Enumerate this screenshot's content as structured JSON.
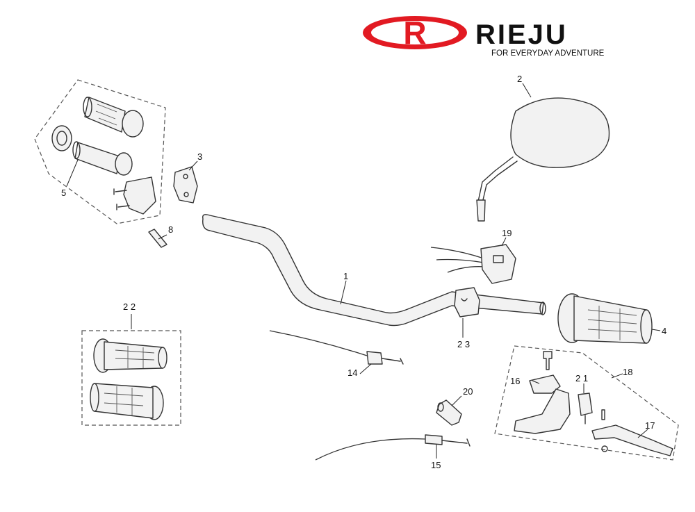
{
  "brand": {
    "logo_letter": "R",
    "name": "RIEJU",
    "tagline": "FOR EVERYDAY ADVENTURE",
    "color": "#e21a22"
  },
  "callouts": {
    "c1": "1",
    "c2": "2",
    "c3": "3",
    "c4": "4",
    "c5": "5",
    "c8": "8",
    "c14": "14",
    "c15": "15",
    "c16": "16",
    "c17": "17",
    "c18": "18",
    "c19": "19",
    "c20": "20",
    "c21": "2 1",
    "c22": "2 2",
    "c23": "2 3"
  }
}
